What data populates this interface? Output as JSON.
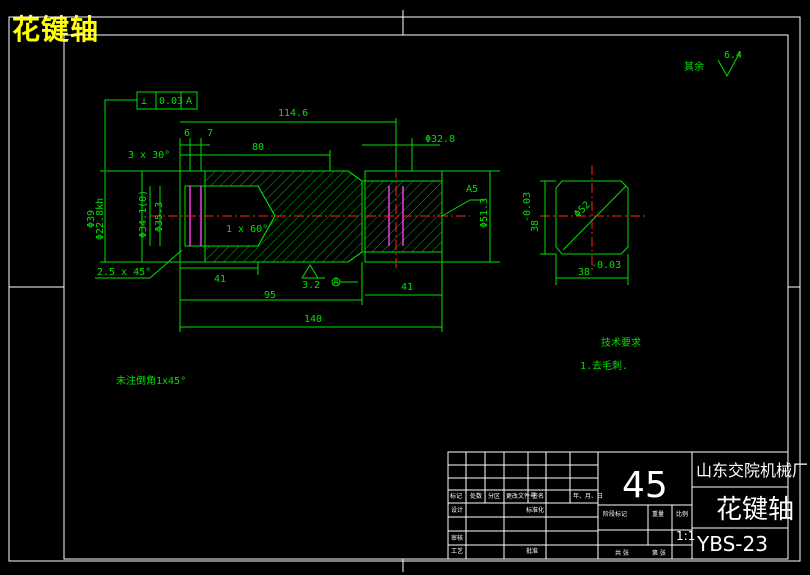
{
  "overlay_title": "花键轴",
  "surface_note": {
    "label": "其余",
    "value": "6.4"
  },
  "tolerance_frame": {
    "symbol": "⊥",
    "value": "0.03",
    "datum": "A"
  },
  "dimensions": {
    "overall_top": "114.6",
    "d80": "80",
    "d6": "6",
    "d7": "7",
    "chamfer_top": "3 x 30°",
    "d_small_top": "Φ32.8",
    "a5": "A5",
    "phi_left": "Φ39",
    "phi_left2": "Φ22.8kh",
    "phi_inner": "Φ35.3",
    "phi_inner2": "Φ34.1(0)",
    "cone": "1 x 60°",
    "chamfer_bottom": "2.5 x 45°",
    "phi_right": "Φ51.3",
    "d41_left": "41",
    "roughness_mid": "3.2",
    "datum_a": "A",
    "d95": "95",
    "d41_right": "41",
    "d140": "140",
    "sec_h": "38",
    "sec_h_tol": "-0.03",
    "sec_d": "Φ52",
    "sec_w": "38",
    "sec_w_tol": "-0.03"
  },
  "tech_req": {
    "title": "技术要求",
    "item1": "1.去毛刺."
  },
  "small_note": "未注倒角1x45°",
  "title_block": {
    "material": "45",
    "company": "山东交院机械厂",
    "part_name": "花键轴",
    "drawing_no": "YBS-23",
    "scale": "1:1",
    "hdr_cells": [
      "标记",
      "处数",
      "分区",
      "更改文件号",
      "签名",
      "年、月、日"
    ],
    "row_design": "设计",
    "row_std": "标准化",
    "row_review": "审核",
    "row_process": "工艺",
    "row_approve": "批准",
    "stage_label": "阶段标记",
    "weight_label": "重量",
    "scale_label": "比例",
    "sheet_total": "共 张",
    "sheet_no": "第 张"
  }
}
